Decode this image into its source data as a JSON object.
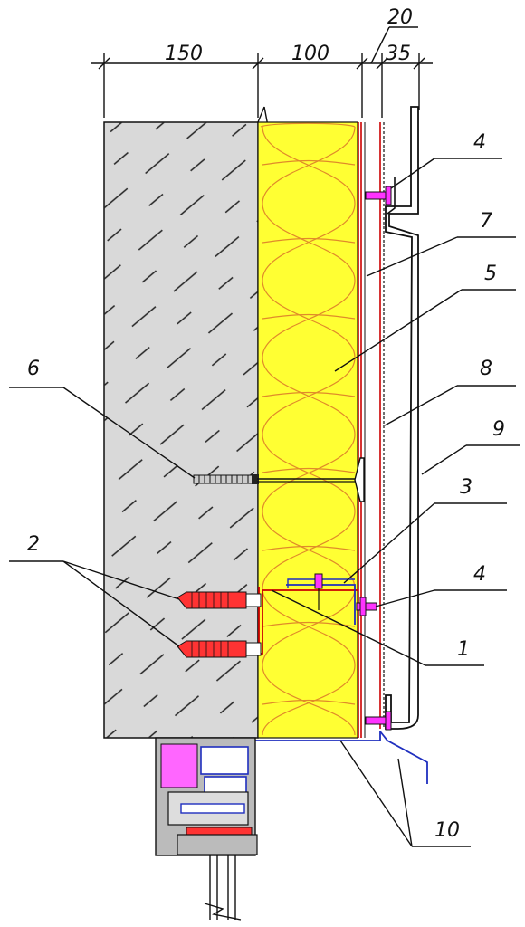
{
  "dimensions": [
    "150",
    "100",
    "20",
    "35"
  ],
  "callouts": [
    "1",
    "2",
    "3",
    "4",
    "4",
    "5",
    "6",
    "7",
    "8",
    "9",
    "10"
  ],
  "colors": {
    "concrete": "#d9d9d9",
    "insulation": "#ffff33",
    "insulation_lines": "#e08a2a",
    "membrane": "#cc0000",
    "dowel": "#ff3333",
    "anchor": "#ff33ff",
    "flashing": "#1f2fbf",
    "window_frame": "#8a8a8a",
    "window_seal": "#ff66ff"
  }
}
